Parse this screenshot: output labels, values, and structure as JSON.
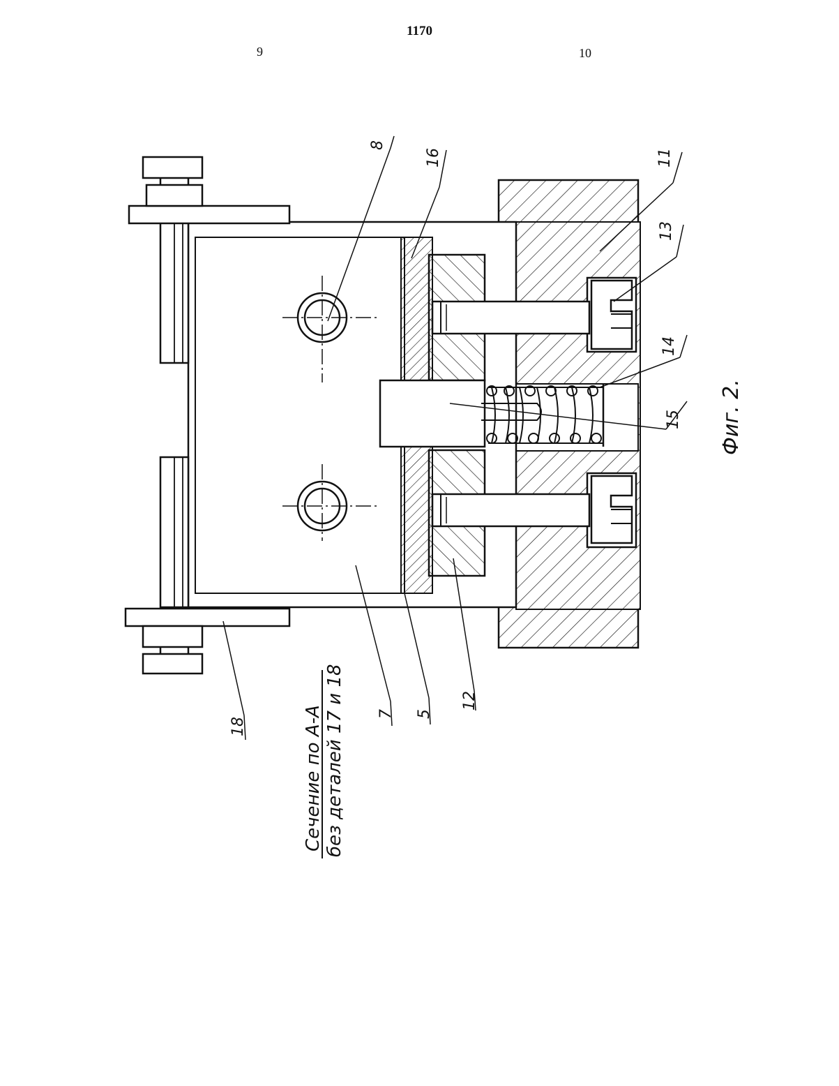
{
  "header": {
    "page_number": "1170",
    "column_left": "9",
    "column_right": "10"
  },
  "callouts": {
    "c1": "11",
    "c2": "13",
    "c3": "14",
    "c4": "15",
    "c5": "16",
    "c6": "8",
    "c7": "18",
    "c8": "7",
    "c9": "5",
    "c10": "12"
  },
  "figure_label": "Фиг. 2.",
  "caption": {
    "line1": "Сечение по А-А",
    "line2": "без деталей 17 и 18"
  }
}
